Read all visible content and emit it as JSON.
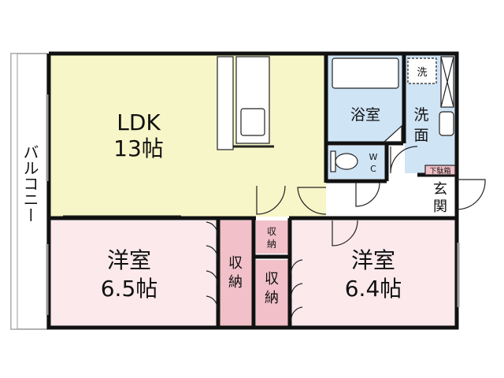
{
  "colors": {
    "ldk": "#f7f6c8",
    "bedroom": "#fbe9ec",
    "storage": "#f2c0c8",
    "wet": "#cfe4f5",
    "floor": "#ffffff",
    "wall": "#111111"
  },
  "rooms": {
    "balcony": {
      "label": "バルコニー"
    },
    "ldk": {
      "label": "LDK",
      "size": "13帖"
    },
    "bath": {
      "label": "浴室"
    },
    "washroom": {
      "label_top": "洗",
      "label_bottom": "面"
    },
    "laundry": {
      "label": "洗"
    },
    "toilet": {
      "label_top": "W",
      "label_bottom": "C"
    },
    "shoe_box": {
      "label": "下駄箱"
    },
    "entrance": {
      "label_top": "玄",
      "label_bottom": "関"
    },
    "bedroom_west": {
      "label": "洋室",
      "size": "6.5帖"
    },
    "bedroom_east": {
      "label": "洋室",
      "size": "6.4帖"
    },
    "closet_large": {
      "label_top": "収",
      "label_bottom": "納"
    },
    "closet_small_top": {
      "label_top": "収",
      "label_bottom": "納"
    },
    "closet_small_bottom": {
      "label_top": "収",
      "label_bottom": "納"
    }
  }
}
